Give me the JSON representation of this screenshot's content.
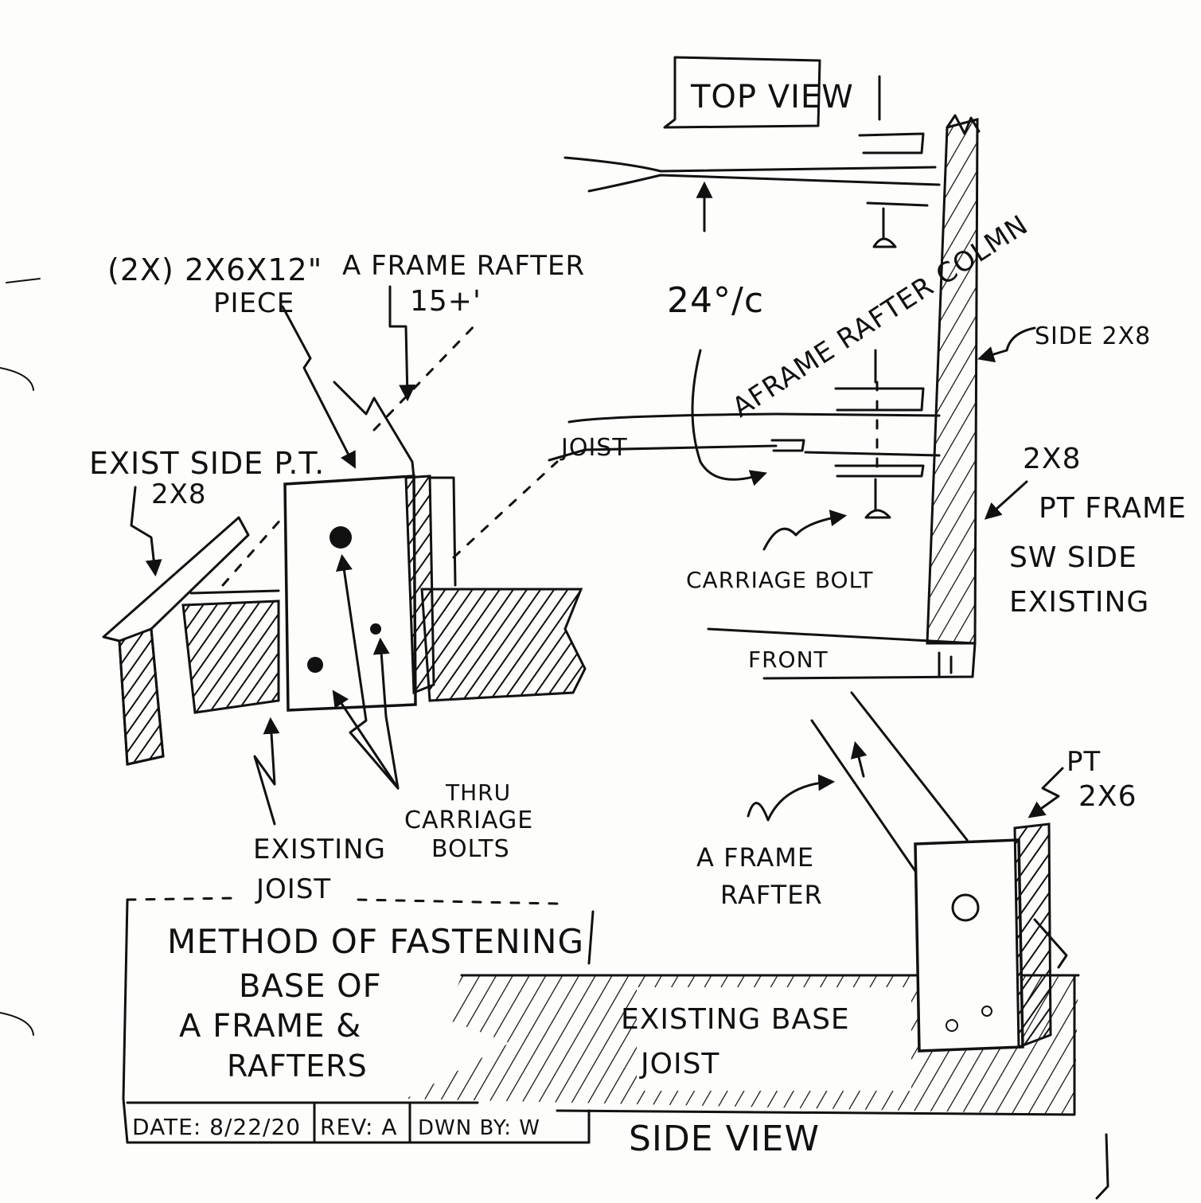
{
  "top_view_label": "TOP VIEW",
  "labels": {
    "piece": "(2X) 2X6X12\"",
    "piece_2": "PIECE",
    "aframe_rafter_length": "A FRAME RAFTER",
    "aframe_rafter_length_2": "15+'",
    "exist_side": "EXIST SIDE P.T.",
    "exist_side_2": "2X8",
    "existing_joist": "EXISTING",
    "existing_joist_2": "JOIST",
    "thru_bolts": "THRU",
    "thru_bolts_2": "CARRIAGE",
    "thru_bolts_3": "BOLTS",
    "slope": "24°/c",
    "aframe_rafter_column": "AFRAME RAFTER COLMN",
    "side_2x8": "SIDE 2X8",
    "joist": "JOIST",
    "two_by_eight": "2X8",
    "pt_frame": "PT FRAME",
    "sw_side": "SW SIDE",
    "existing": "EXISTING",
    "carriage_bolt": "CARRIAGE BOLT",
    "front": "FRONT",
    "pt_2x6": "PT",
    "pt_2x6_2": "2X6",
    "aframe_rafter": "A FRAME",
    "aframe_rafter_2": "RAFTER",
    "existing_base_joist": "EXISTING BASE",
    "existing_base_joist_2": "JOIST",
    "side_view": "SIDE VIEW"
  },
  "title_block": {
    "title_1": "METHOD OF FASTENING",
    "title_2": "BASE OF",
    "title_3": "A FRAME &",
    "title_4": "RAFTERS",
    "date": "DATE: 8/22/20",
    "rev": "REV: A",
    "drawn_by": "DWN BY: W"
  }
}
